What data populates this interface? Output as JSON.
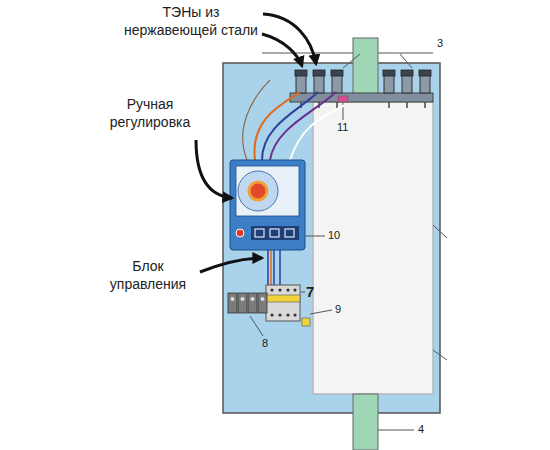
{
  "diagram": {
    "labels": [
      "ТЭНы из нержавеющей стали",
      "Ручная регулировка",
      "Блок управления",
      "3",
      "11",
      "10",
      "7",
      "9",
      "8",
      "4"
    ]
  }
}
